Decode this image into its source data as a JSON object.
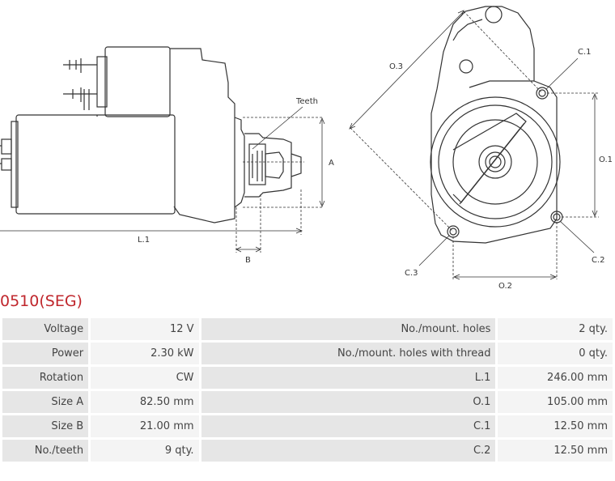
{
  "part_title": "0510(SEG)",
  "drawing": {
    "label_teeth": "Teeth",
    "label_a": "A",
    "label_l1": "L.1",
    "label_b": "B",
    "label_o3": "O.3",
    "label_c1": "C.1",
    "label_o1": "O.1",
    "label_c2": "C.2",
    "label_c3": "C.3",
    "label_o2": "O.2"
  },
  "specs": [
    {
      "left_label": "Voltage",
      "left_value": "12 V",
      "right_label": "No./mount. holes",
      "right_value": "2 qty."
    },
    {
      "left_label": "Power",
      "left_value": "2.30 kW",
      "right_label": "No./mount. holes with thread",
      "right_value": "0 qty."
    },
    {
      "left_label": "Rotation",
      "left_value": "CW",
      "right_label": "L.1",
      "right_value": "246.00 mm"
    },
    {
      "left_label": "Size A",
      "left_value": "82.50 mm",
      "right_label": "O.1",
      "right_value": "105.00 mm"
    },
    {
      "left_label": "Size B",
      "left_value": "21.00 mm",
      "right_label": "C.1",
      "right_value": "12.50 mm"
    },
    {
      "left_label": "No./teeth",
      "left_value": "9 qty.",
      "right_label": "C.2",
      "right_value": "12.50 mm"
    }
  ]
}
